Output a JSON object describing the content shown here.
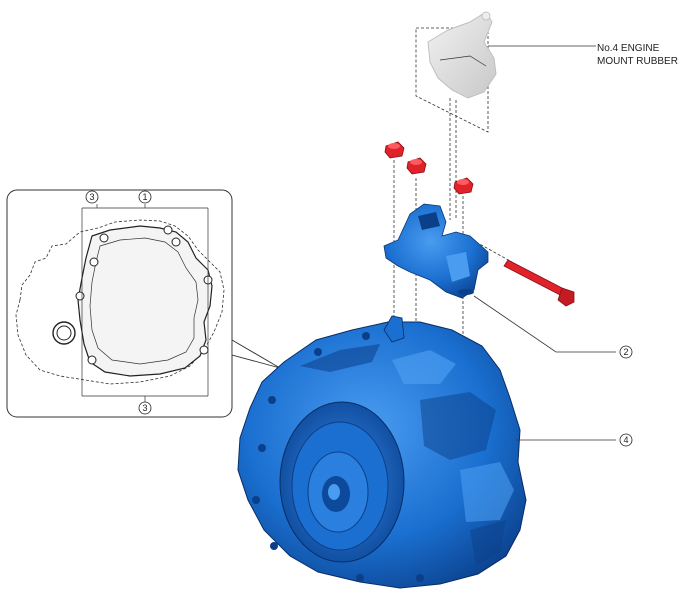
{
  "labels": {
    "mount_rubber_line1": "No.4 ENGINE",
    "mount_rubber_line2": "MOUNT RUBBER",
    "callout_1": "1",
    "callout_2": "2",
    "callout_3_top": "3",
    "callout_3_bottom": "3",
    "callout_4": "4"
  },
  "colors": {
    "transmission_blue": "#1a6fd0",
    "transmission_dark": "#0b3f8a",
    "transmission_light": "#4a9cf0",
    "nut_red": "#e0222a",
    "mount_gray": "#dcdcdc",
    "line": "#333333"
  }
}
